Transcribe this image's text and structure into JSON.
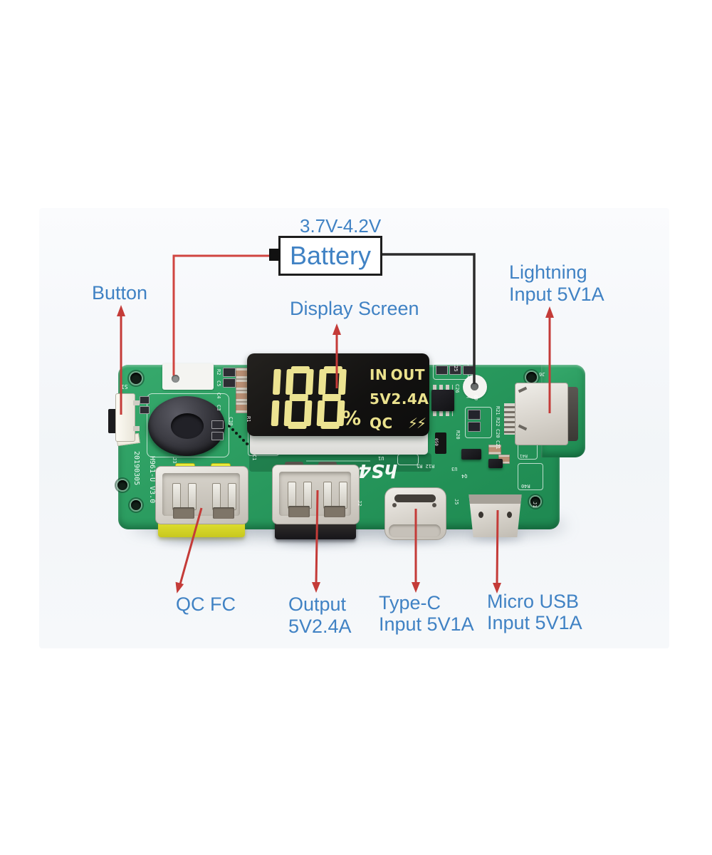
{
  "annotations": {
    "battery_range": "3.7V-4.2V",
    "battery": "Battery",
    "button": "Button",
    "display_screen": "Display Screen",
    "lightning": {
      "line1": "Lightning",
      "line2": "Input 5V1A"
    },
    "qc": "QC FC",
    "output": {
      "line1": "Output",
      "line2": "5V2.4A"
    },
    "type_c": {
      "line1": "Type-C",
      "line2": "Input 5V1A"
    },
    "micro_usb": {
      "line1": "Micro USB",
      "line2": "Input 5V1A"
    }
  },
  "display": {
    "digits": "188",
    "percent": "%",
    "indicators": {
      "in": "IN",
      "out": "OUT",
      "volts": "5V",
      "amps": "2.4A",
      "qc": "QC",
      "bolts": "⚡⚡"
    }
  },
  "silkscreen": {
    "date": "20190305",
    "model": "H961-U V3.0",
    "logo": "hS4",
    "s1": "S1",
    "r2": "R2",
    "c5": "C5",
    "c4": "C4",
    "c3": "C3",
    "c30": "C30",
    "r1": "R1",
    "c1": "C1",
    "j3": "J3",
    "u1": "U1",
    "r12_r5": "R12 R5",
    "j2": "J2",
    "c25": "C25",
    "c26": "C26",
    "b_minus": "B −",
    "r21": "R21",
    "r22": "R22",
    "c20": "C20",
    "c21": "C21",
    "r20": "R20",
    "r050": "050",
    "r41": "R41",
    "r40": "R40",
    "u3": "U3",
    "q4": "Q4",
    "j5": "J5",
    "j1": "J1",
    "j6": "J6"
  },
  "colors": {
    "label_blue": "#4082c4",
    "arrow_red": "#c43b38",
    "wire_red": "#d04540",
    "wire_black": "#2b2b2b",
    "pcb_green": "#2b9c60",
    "display_text": "#ece391",
    "usb_yellow": "#dede2e"
  }
}
